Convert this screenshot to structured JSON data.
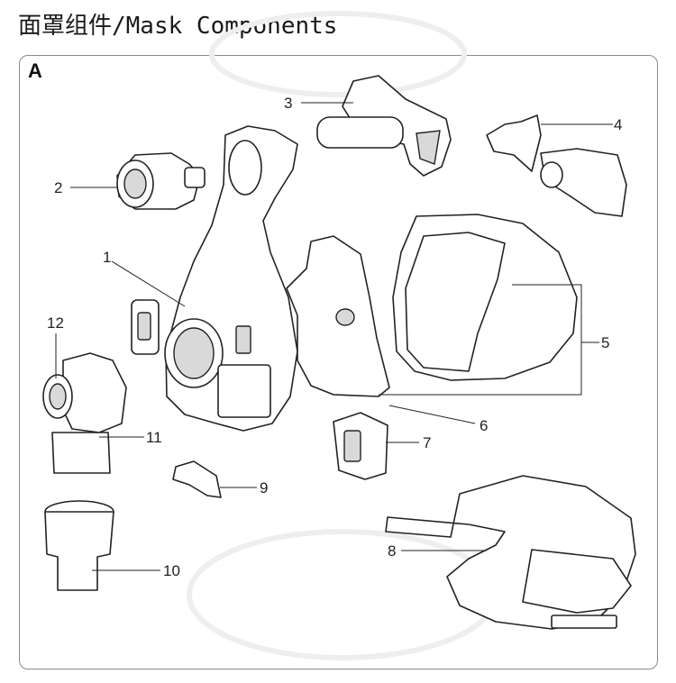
{
  "title": "面罩组件/Mask Components",
  "panel_label": "A",
  "callouts": [
    "1",
    "2",
    "3",
    "4",
    "5",
    "6",
    "7",
    "8",
    "9",
    "10",
    "11",
    "12"
  ]
}
